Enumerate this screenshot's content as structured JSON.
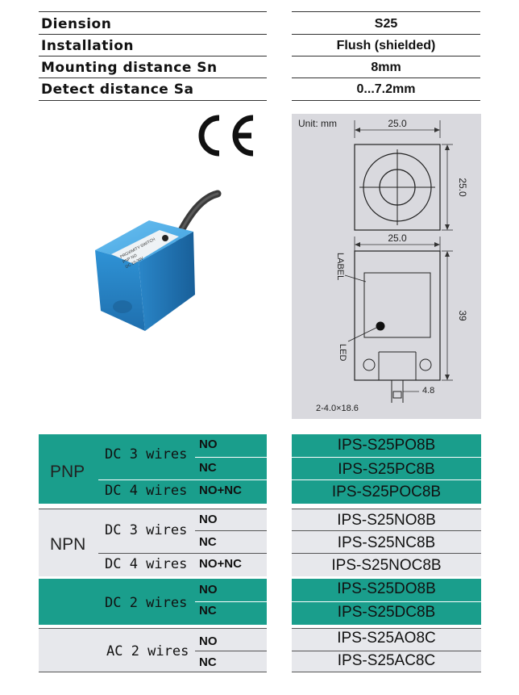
{
  "specs": [
    {
      "label": "Diension",
      "value": "S25"
    },
    {
      "label": "Installation",
      "value": "Flush (shielded)"
    },
    {
      "label": "Mounting distance Sn",
      "value": "8mm"
    },
    {
      "label": "Detect distance Sa",
      "value": "0...7.2mm"
    }
  ],
  "certification": "CE",
  "drawing": {
    "unit_label": "Unit: mm",
    "top_width": "25.0",
    "top_height": "25.0",
    "side_width": "25.0",
    "side_height": "39",
    "label_text": "LABEL",
    "led_text": "LED",
    "tab_dim": "4.8",
    "hole_spec": "2-4.0×18.6"
  },
  "sensor_label_lines": [
    "PROXIMITY SWITCH",
    "PNP NO",
    "DC 10-30V"
  ],
  "models": {
    "pnp": {
      "type": "PNP",
      "rows": [
        {
          "wires": "DC 3 wires",
          "contact": "NO",
          "model": "IPS-S25PO8B"
        },
        {
          "wires": "",
          "contact": "NC",
          "model": "IPS-S25PC8B"
        },
        {
          "wires": "DC 4 wires",
          "contact": "NO+NC",
          "model": "IPS-S25POC8B"
        }
      ]
    },
    "npn": {
      "type": "NPN",
      "rows": [
        {
          "wires": "DC 3 wires",
          "contact": "NO",
          "model": "IPS-S25NO8B"
        },
        {
          "wires": "",
          "contact": "NC",
          "model": "IPS-S25NC8B"
        },
        {
          "wires": "DC 4 wires",
          "contact": "NO+NC",
          "model": "IPS-S25NOC8B"
        }
      ]
    },
    "dc2": {
      "wires": "DC 2 wires",
      "rows": [
        {
          "contact": "NO",
          "model": "IPS-S25DO8B"
        },
        {
          "contact": "NC",
          "model": "IPS-S25DC8B"
        }
      ]
    },
    "ac2": {
      "wires": "AC 2 wires",
      "rows": [
        {
          "contact": "NO",
          "model": "IPS-S25AO8C"
        },
        {
          "contact": "NC",
          "model": "IPS-S25AC8C"
        }
      ]
    }
  },
  "colors": {
    "accent": "#1a9e8c",
    "panel": "#e7e8ec",
    "drawing_bg": "#d9d9de",
    "sensor_blue": "#2f93d6"
  }
}
